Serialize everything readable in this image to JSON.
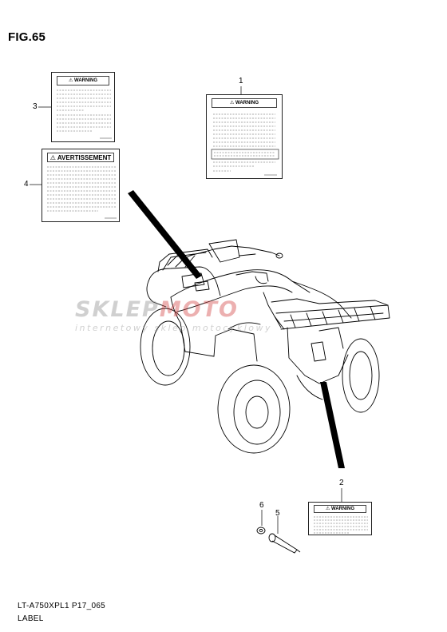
{
  "figure": {
    "title": "FIG.65"
  },
  "callouts": [
    "1",
    "2",
    "3",
    "4",
    "5",
    "6"
  ],
  "labels": {
    "warning": "⚠ WARNING",
    "avertissement": "⚠ AVERTISSEMENT"
  },
  "watermark": {
    "brand_part1": "SKLEP",
    "brand_part2": "MOTO",
    "tagline": "internetowy sklep motocyklowy"
  },
  "footer": {
    "model_code": "LT-A750XPL1 P17_065",
    "caption": "LABEL"
  }
}
